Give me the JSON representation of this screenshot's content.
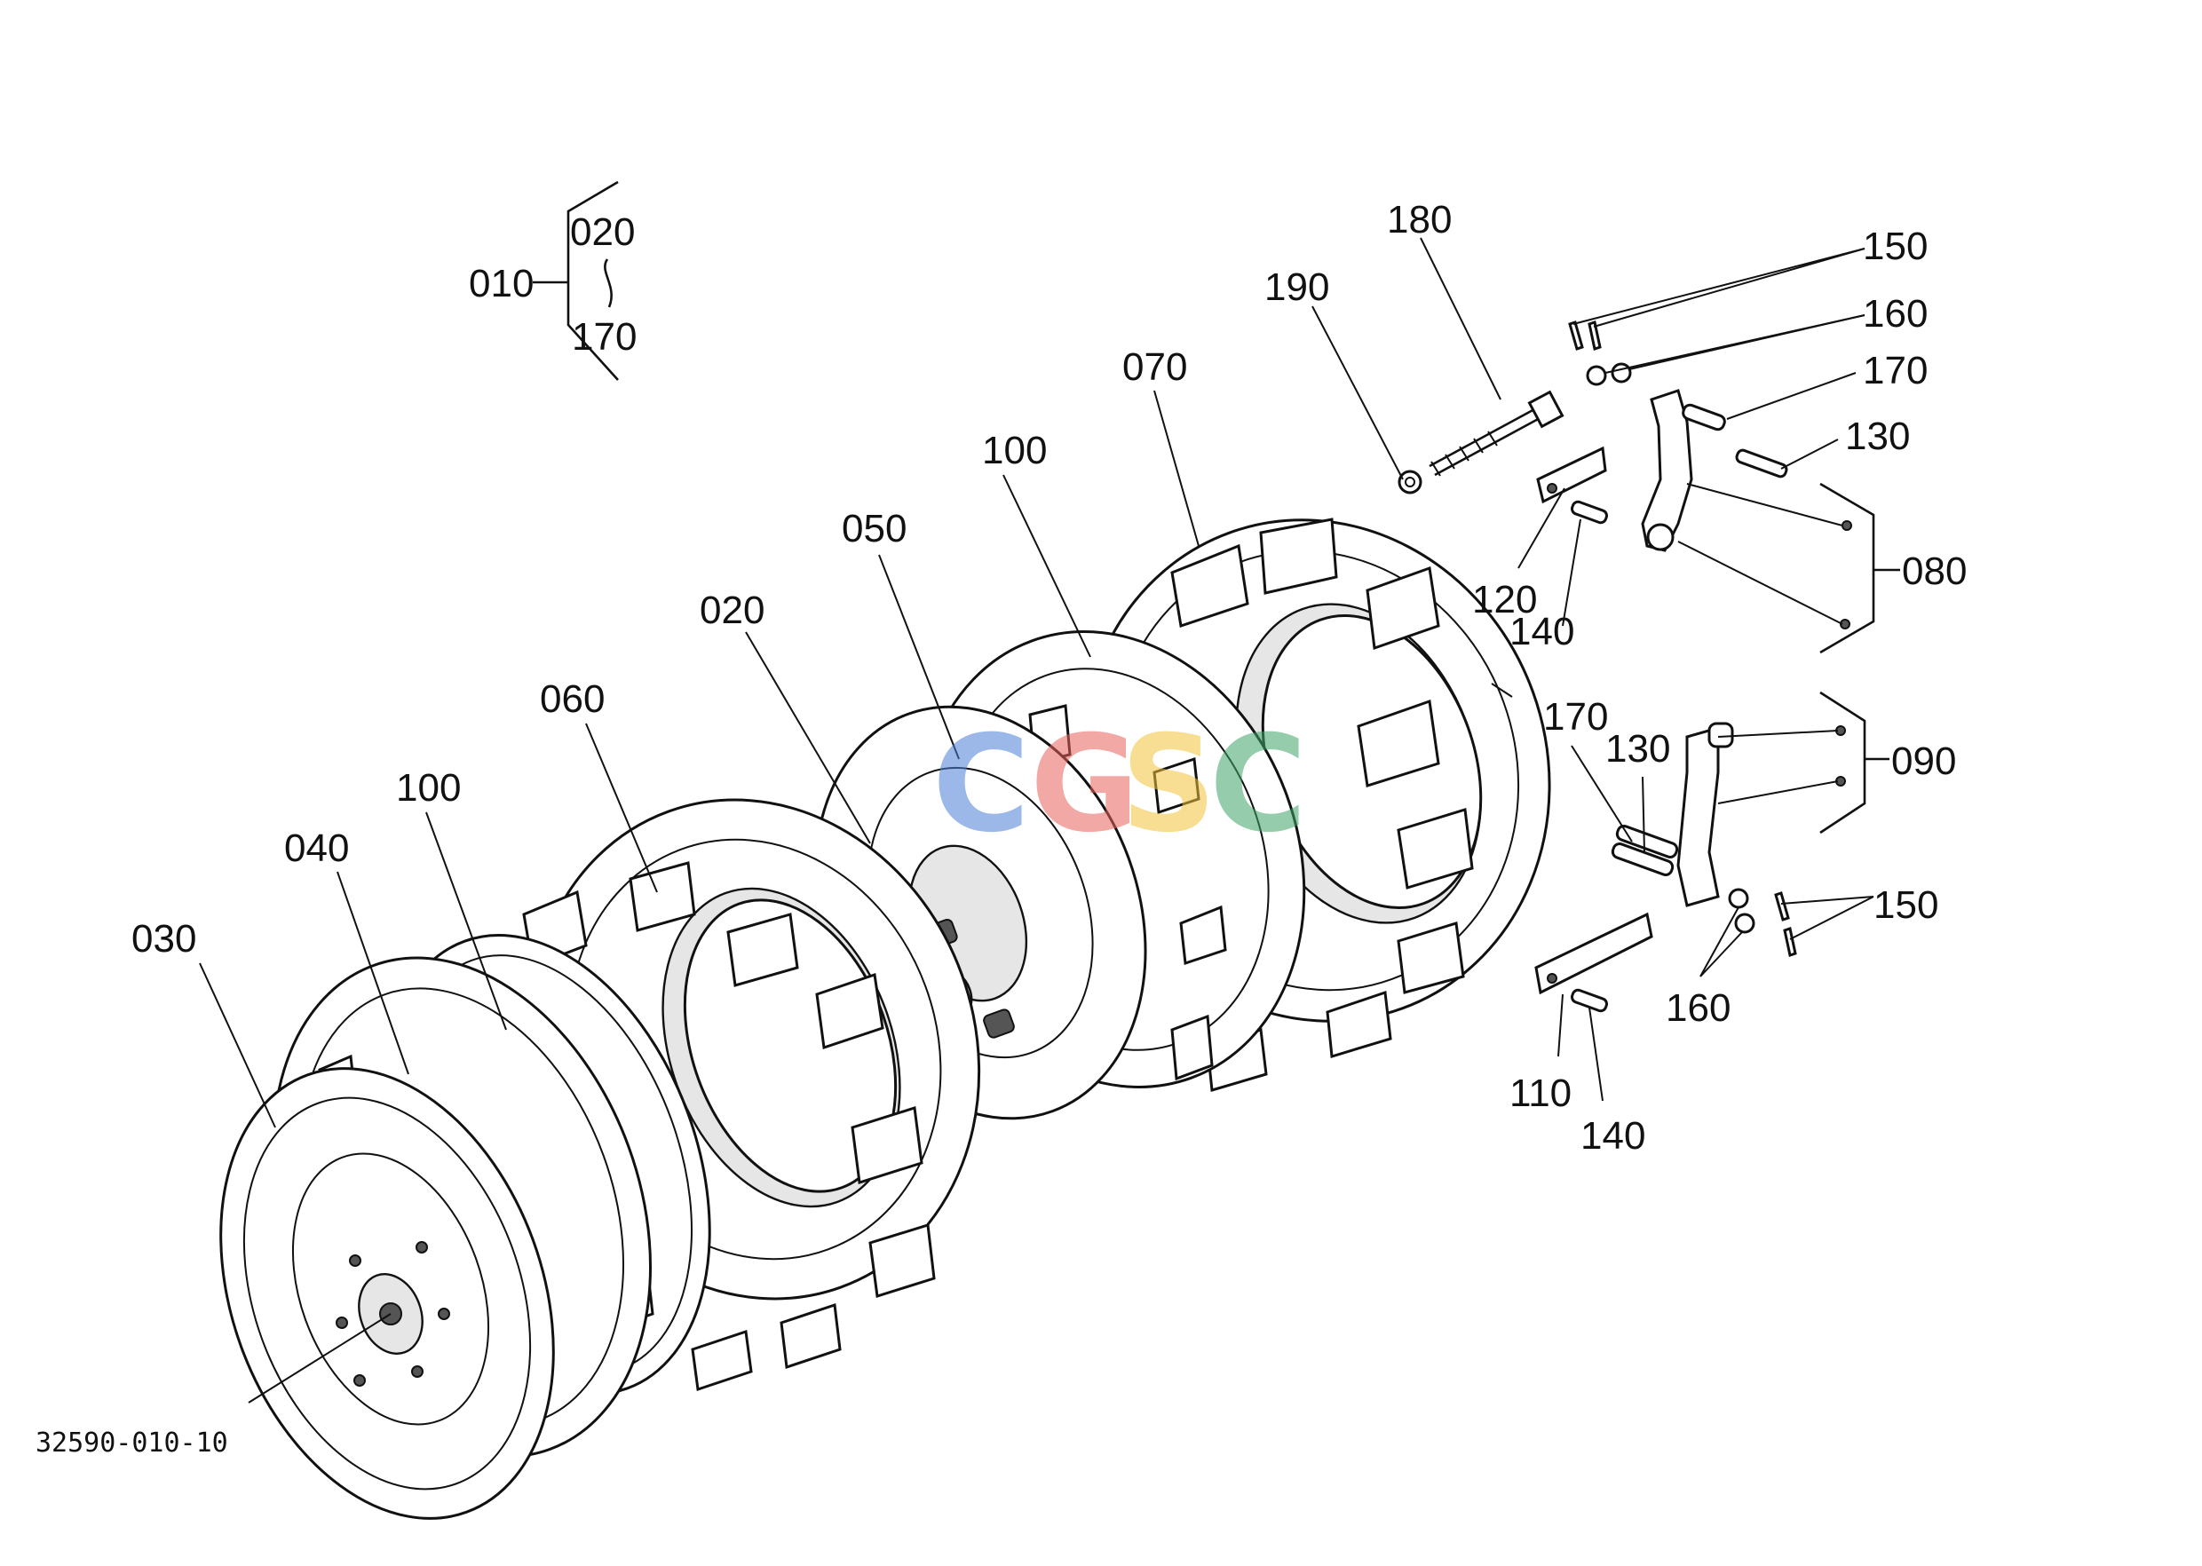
{
  "document_id": "32590-010-10",
  "watermark": {
    "letters": [
      {
        "char": "C",
        "color": "#4a7fd6"
      },
      {
        "char": "G",
        "color": "#e8625a"
      },
      {
        "char": "S",
        "color": "#f2c43a"
      },
      {
        "char": "C",
        "color": "#3fa66a"
      }
    ]
  },
  "assembly_group": {
    "parent": "010",
    "range_start": "020",
    "range_end": "170",
    "range_symbol": "~"
  },
  "callouts": {
    "p180": "180",
    "p190": "190",
    "p150_top": "150",
    "p160_top": "160",
    "p170_top": "170",
    "p130_top": "130",
    "p080": "080",
    "p120": "120",
    "p140_top": "140",
    "p070": "070",
    "p100_top": "100",
    "p050": "050",
    "p020": "020",
    "p060": "060",
    "p100_low": "100",
    "p040": "040",
    "p030": "030",
    "p170_low": "170",
    "p130_low": "130",
    "p090": "090",
    "p150_low": "150",
    "p160_low": "160",
    "p110": "110",
    "p140_low": "140"
  }
}
